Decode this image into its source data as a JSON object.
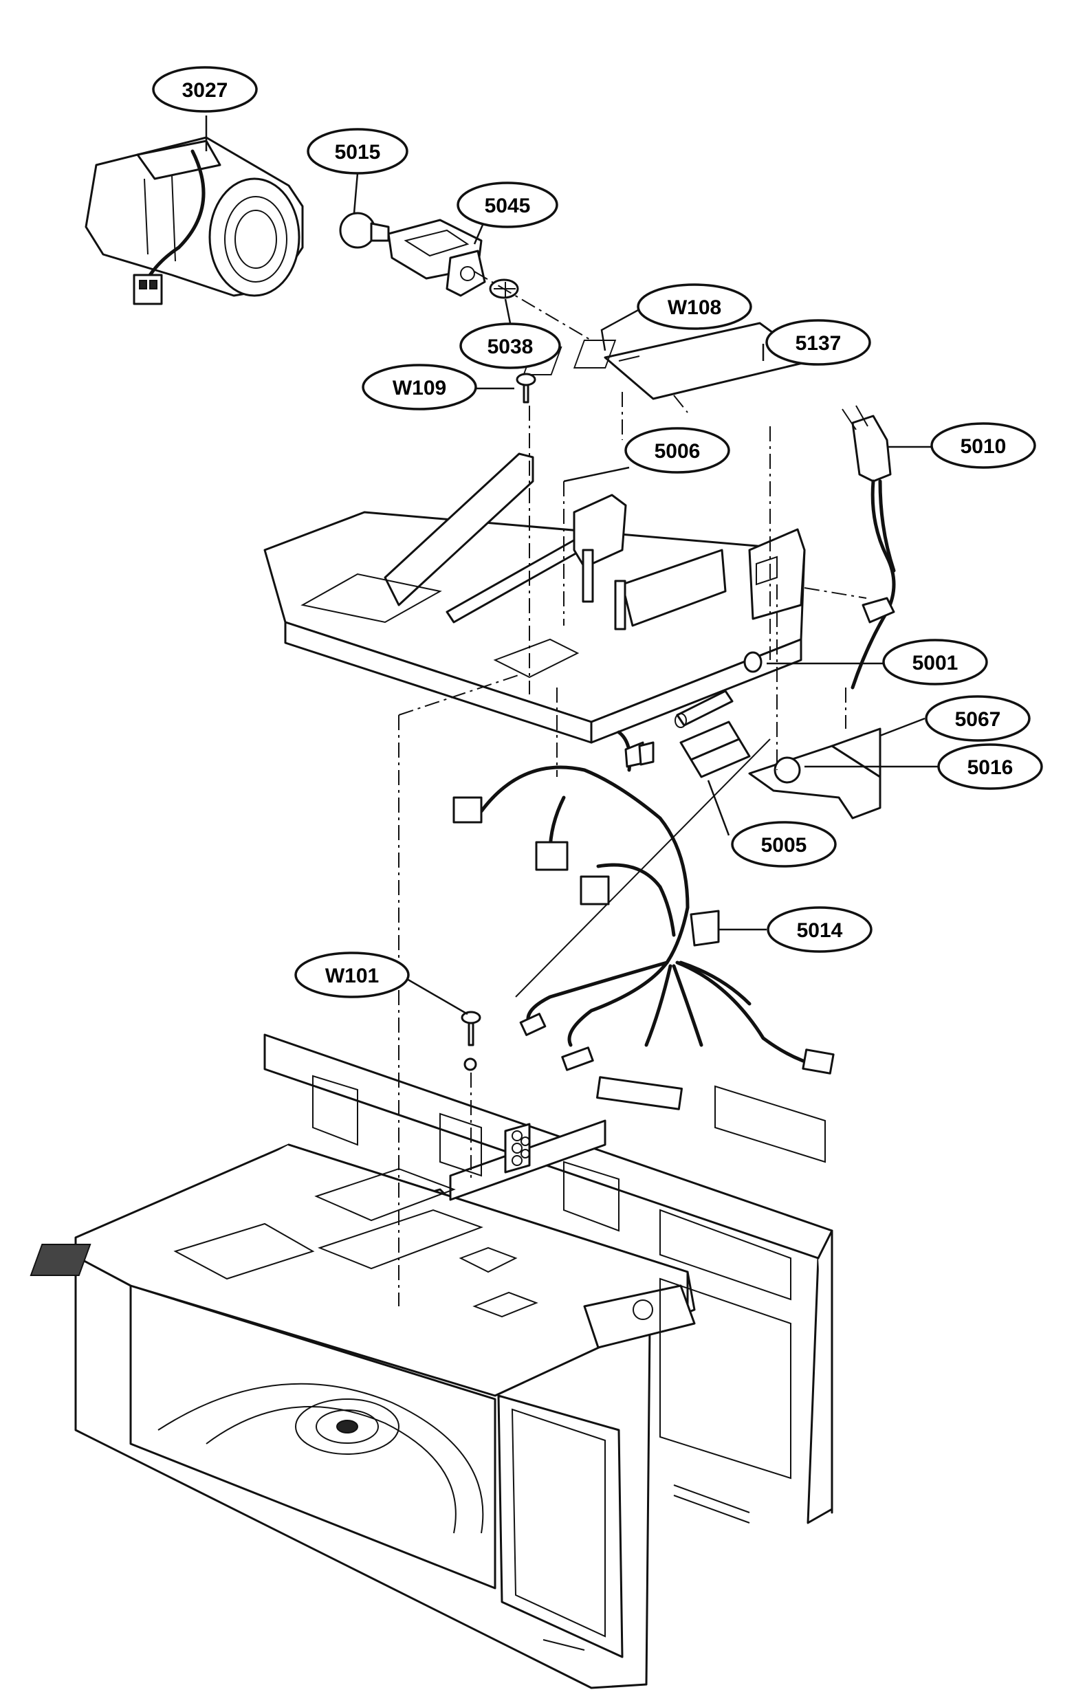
{
  "labels": {
    "p3027": "3027",
    "p5015": "5015",
    "p5045": "5045",
    "p5038": "5038",
    "pW108": "W108",
    "p5137": "5137",
    "pW109": "W109",
    "p5006": "5006",
    "p5010": "5010",
    "p5001": "5001",
    "p5067": "5067",
    "p5016": "5016",
    "p5005": "5005",
    "p5014": "5014",
    "pW101": "W101"
  }
}
